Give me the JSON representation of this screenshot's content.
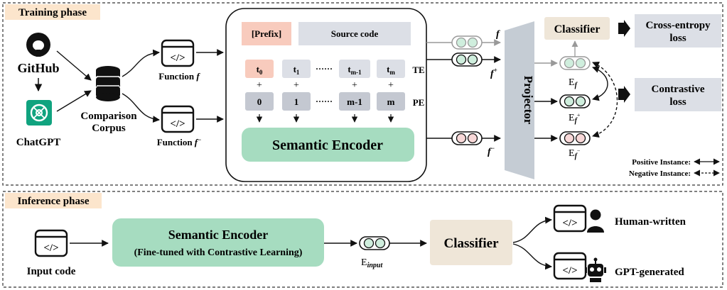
{
  "training": {
    "phase_label": "Training phase",
    "github_label": "GitHub",
    "chatgpt_label": "ChatGPT",
    "corpus_label_line1": "Comparison",
    "corpus_label_line2": "Corpus",
    "func_f_label": "Function ",
    "func_f_var": "f",
    "func_fminus_label": "Function ",
    "func_fminus_var": "f",
    "func_fminus_sup": "−",
    "prefix_label": "[Prefix]",
    "source_code_label": "Source code",
    "tokens": [
      {
        "base": "t",
        "sub": "0"
      },
      {
        "base": "t",
        "sub": "1"
      },
      {
        "base": "t",
        "sub": "m-1"
      },
      {
        "base": "t",
        "sub": "m"
      }
    ],
    "dots": "······",
    "te_label": "TE",
    "plus_sign": "+",
    "positions": [
      "0",
      "1",
      "m-1",
      "m"
    ],
    "pe_label": "PE",
    "encoder_label": "Semantic Encoder",
    "f_label": "f",
    "fplus_base": "f",
    "fplus_sup": "+",
    "fminus_base": "f",
    "fminus_sup": "−",
    "projector_label": "Projector",
    "classifier_label": "Classifier",
    "ce_loss_line1": "Cross-entropy",
    "ce_loss_line2": "loss",
    "contrastive_line1": "Contrastive",
    "contrastive_line2": "loss",
    "emb_base": "E",
    "emb_f_sub": "f",
    "emb_fplus_sub": "f",
    "emb_fplus_sup": "+",
    "emb_fminus_sub": "f",
    "emb_fminus_sup": "−",
    "positive_legend": "Positive Instance:",
    "negative_legend": "Negative Instance:"
  },
  "inference": {
    "phase_label": "Inference phase",
    "input_code_label": "Input code",
    "encoder_line1": "Semantic Encoder",
    "encoder_line2": "(Fine-tuned with Contrastive Learning)",
    "emb_base": "E",
    "emb_sub": "input",
    "classifier_label": "Classifier",
    "human_label": "Human-written",
    "gpt_label": "GPT-generated"
  },
  "colors": {
    "phase_tag": "#fce5cc",
    "prefix": "#f8cbbd",
    "gray_box": "#d9dce3",
    "token_dark": "#c4c8d1",
    "encoder_green": "#a6dcc0",
    "classifier_beige": "#efe6d8",
    "projector": "#c5ccd4",
    "circle_green": "#cfeedd",
    "circle_pink": "#f8d8d8"
  },
  "icons": [
    "github-icon",
    "chatgpt-icon",
    "database-icon",
    "code-icon",
    "person-icon",
    "robot-icon"
  ]
}
